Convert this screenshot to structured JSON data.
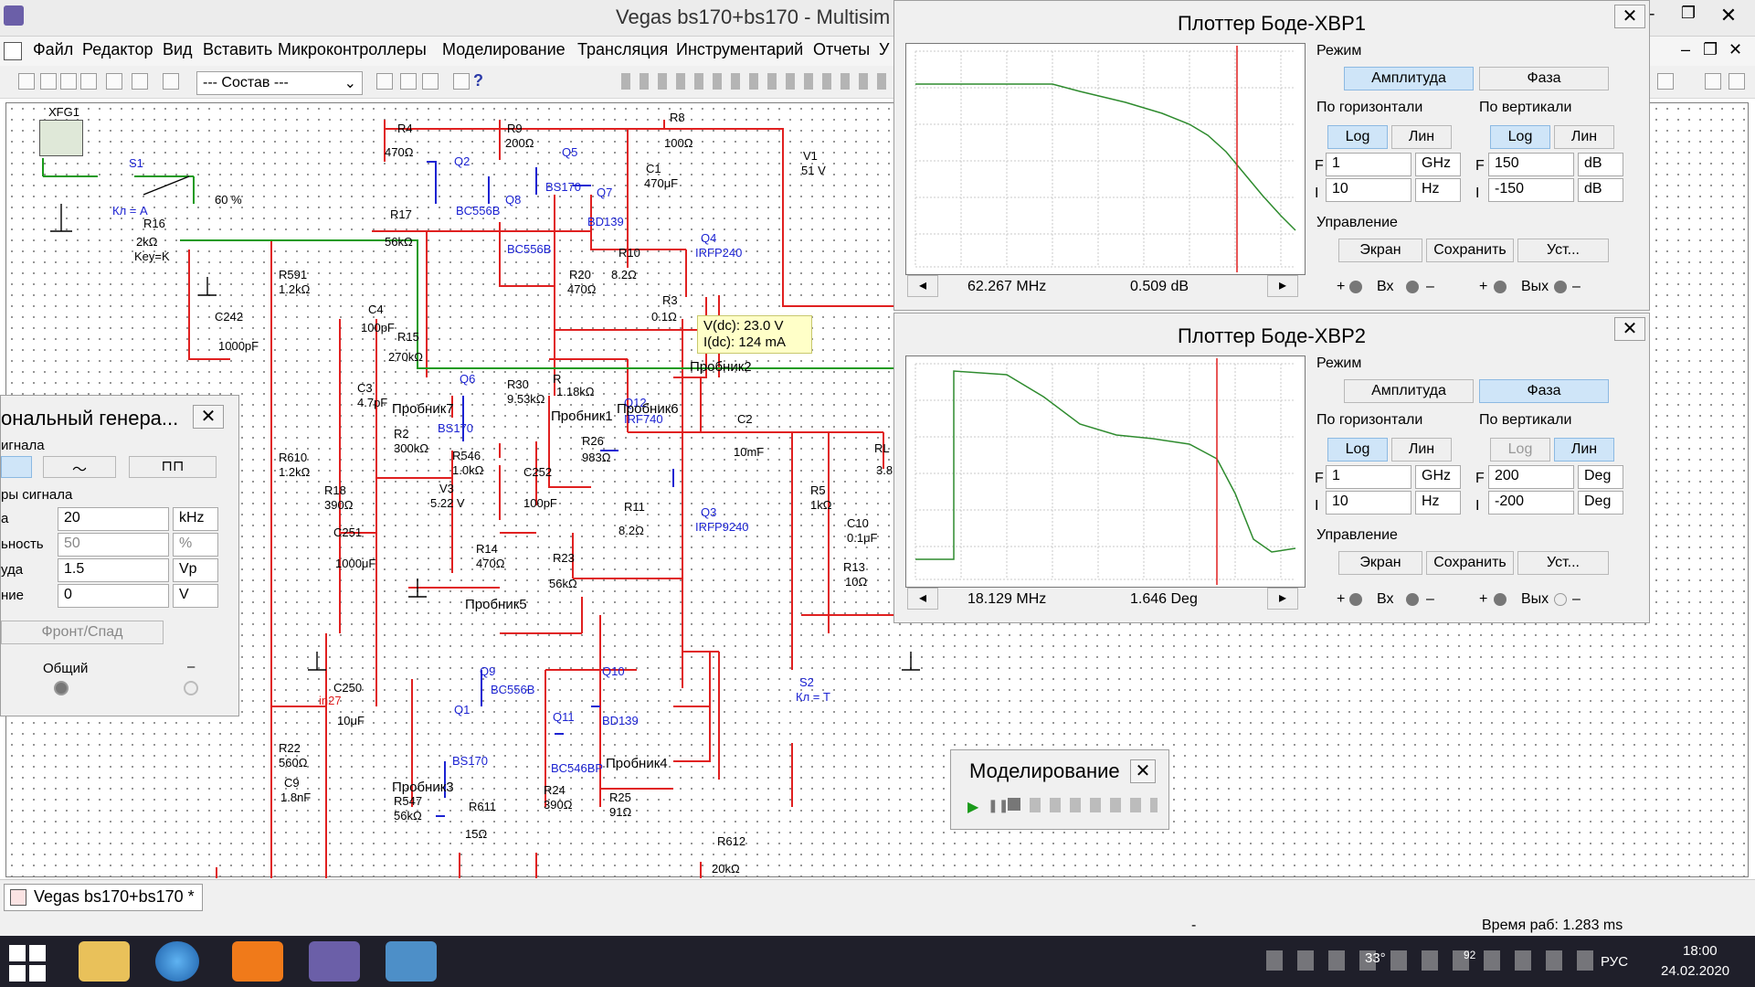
{
  "window": {
    "title": "Vegas bs170+bs170 - Multisim"
  },
  "menu": [
    "Файл",
    "Редактор",
    "Вид",
    "Вставить",
    "Микроконтроллеры",
    "Моделирование",
    "Трансляция",
    "Инструментарий",
    "Отчеты",
    "У"
  ],
  "toolbar": {
    "component_select": "--- Состав ---"
  },
  "schematic": {
    "parts": [
      {
        "ref": "XFG1"
      },
      {
        "ref": "S1",
        "value": "Кл = A"
      },
      {
        "ref": "R16",
        "value": "2kΩ",
        "extra": "Key=K",
        "pct": "60 %"
      },
      {
        "ref": "R4",
        "value": "470Ω"
      },
      {
        "ref": "R9",
        "value": "200Ω"
      },
      {
        "ref": "R8",
        "value": "100Ω"
      },
      {
        "ref": "V1",
        "value": "51 V"
      },
      {
        "ref": "Q2"
      },
      {
        "ref": "Q5"
      },
      {
        "ref": "C1",
        "value": "470μF"
      },
      {
        "ref": "BS170"
      },
      {
        "ref": "Q7"
      },
      {
        "ref": "BD139"
      },
      {
        "ref": "R17",
        "value": "56kΩ"
      },
      {
        "ref": "Q8"
      },
      {
        "ref": "BC556B"
      },
      {
        "ref": "R10",
        "value": "8.2Ω"
      },
      {
        "ref": "Q4",
        "value": "IRFP240"
      },
      {
        "ref": "R591",
        "value": "1.2kΩ"
      },
      {
        "ref": "R20",
        "value": "470Ω"
      },
      {
        "ref": "R3",
        "value": "0.1Ω"
      },
      {
        "ref": "C242",
        "value": "1000pF"
      },
      {
        "ref": "C4",
        "value": "100pF"
      },
      {
        "ref": "R15",
        "value": "270kΩ"
      },
      {
        "ref": "C3",
        "value": "4.7pF"
      },
      {
        "ref": "R30",
        "value": "9.53kΩ"
      },
      {
        "ref": "R",
        "value": "1.18kΩ"
      },
      {
        "ref": "Q12",
        "value": "IRF740"
      },
      {
        "ref": "Q6",
        "value": "BS170"
      },
      {
        "ref": "R2",
        "value": "300kΩ"
      },
      {
        "ref": "R546",
        "value": "1.0kΩ"
      },
      {
        "ref": "R26",
        "value": "983Ω"
      },
      {
        "ref": "R610",
        "value": "1.2kΩ"
      },
      {
        "ref": "V3",
        "value": "5.22 V"
      },
      {
        "ref": "C252",
        "value": "100pF"
      },
      {
        "ref": "R11",
        "value": "8.2Ω"
      },
      {
        "ref": "Q3",
        "value": "IRFP9240"
      },
      {
        "ref": "R18",
        "value": "390Ω"
      },
      {
        "ref": "C251",
        "value": "1000μF"
      },
      {
        "ref": "R14",
        "value": "470Ω"
      },
      {
        "ref": "R23",
        "value": "56kΩ"
      },
      {
        "ref": "C2",
        "value": "10mF"
      },
      {
        "ref": "R5",
        "value": "1kΩ"
      },
      {
        "ref": "C10",
        "value": "0.1μF"
      },
      {
        "ref": "R13",
        "value": "10Ω"
      },
      {
        "ref": "RL",
        "value": "3.8"
      },
      {
        "ref": "C250",
        "value": "10μF"
      },
      {
        "ref": "Q9",
        "value": "BC556B"
      },
      {
        "ref": "Q10"
      },
      {
        "ref": "Q1",
        "value": "BS170"
      },
      {
        "ref": "Q11",
        "value": "BC546BP"
      },
      {
        "ref": "S2",
        "value": "Кл = T"
      },
      {
        "ref": "R22",
        "value": "560Ω"
      },
      {
        "ref": "C9",
        "value": "1.8nF"
      },
      {
        "ref": "R547",
        "value": "56kΩ"
      },
      {
        "ref": "R611",
        "value": "15Ω"
      },
      {
        "ref": "R24",
        "value": "390Ω"
      },
      {
        "ref": "R25",
        "value": "91Ω"
      },
      {
        "ref": "R612",
        "value": "20kΩ"
      }
    ],
    "probes": [
      "Пробник2",
      "Пробник7",
      "Пробник1",
      "Пробник6",
      "Пробник5",
      "Пробник4",
      "Пробник3"
    ],
    "probe_box": {
      "vdc": "V(dc): 23.0 V",
      "idc": "I(dc): 124 mA"
    },
    "net_label": "in27",
    "bd139_2": "BD139"
  },
  "function_generator": {
    "title": "ональный генера...",
    "wave_label": "игнала",
    "params_label": "ры сигнала",
    "rows": [
      {
        "label": "а",
        "value": "20",
        "unit": "kHz"
      },
      {
        "label": "ьность",
        "value": "50",
        "unit": "%"
      },
      {
        "label": "уда",
        "value": "1.5",
        "unit": "Vp"
      },
      {
        "label": "ние",
        "value": "0",
        "unit": "V"
      }
    ],
    "rise_fall": "Фронт/Спад",
    "common": "Общий",
    "minus": "–"
  },
  "bode1": {
    "title": "Плоттер Боде-XBP1",
    "mode_label": "Режим",
    "mode_amp": "Амплитуда",
    "mode_phase": "Фаза",
    "active_mode": "amp",
    "horiz_label": "По горизонтали",
    "vert_label": "По вертикали",
    "log": "Log",
    "lin": "Лин",
    "h_f": "1",
    "h_f_unit": "GHz",
    "h_i": "10",
    "h_i_unit": "Hz",
    "v_f": "150",
    "v_f_unit": "dB",
    "v_i": "-150",
    "v_i_unit": "dB",
    "control_label": "Управление",
    "screen": "Экран",
    "save": "Сохранить",
    "settings": "Уст...",
    "freq_readout": "62.267 MHz",
    "value_readout": "0.509 dB",
    "in_label": "Вх",
    "out_label": "Вых",
    "F": "F",
    "I": "I",
    "plus": "+",
    "minus": "–"
  },
  "bode2": {
    "title": "Плоттер Боде-XBP2",
    "mode_label": "Режим",
    "mode_amp": "Амплитуда",
    "mode_phase": "Фаза",
    "active_mode": "phase",
    "horiz_label": "По горизонтали",
    "vert_label": "По вертикали",
    "log": "Log",
    "lin": "Лин",
    "h_f": "1",
    "h_f_unit": "GHz",
    "h_i": "10",
    "h_i_unit": "Hz",
    "v_f": "200",
    "v_f_unit": "Deg",
    "v_i": "-200",
    "v_i_unit": "Deg",
    "control_label": "Управление",
    "screen": "Экран",
    "save": "Сохранить",
    "settings": "Уст...",
    "freq_readout": "18.129 MHz",
    "value_readout": "1.646 Deg",
    "in_label": "Вх",
    "out_label": "Вых",
    "F": "F",
    "I": "I",
    "plus": "+",
    "minus": "–"
  },
  "sim_panel": {
    "title": "Моделирование"
  },
  "doc_tab": {
    "label": "Vegas bs170+bs170 *"
  },
  "status": {
    "dash": "-",
    "time": "Время раб: 1.283 ms"
  },
  "taskbar": {
    "temp": "33°",
    "badge": "92",
    "lang": "РУС",
    "clock": "18:00",
    "date": "24.02.2020"
  },
  "colors": {
    "wire_red": "#e02020",
    "wire_green": "#1a9a1a",
    "component_blue": "#1c23d2",
    "bode_curve": "#2e8b2e",
    "cursor_red": "#e02020"
  }
}
